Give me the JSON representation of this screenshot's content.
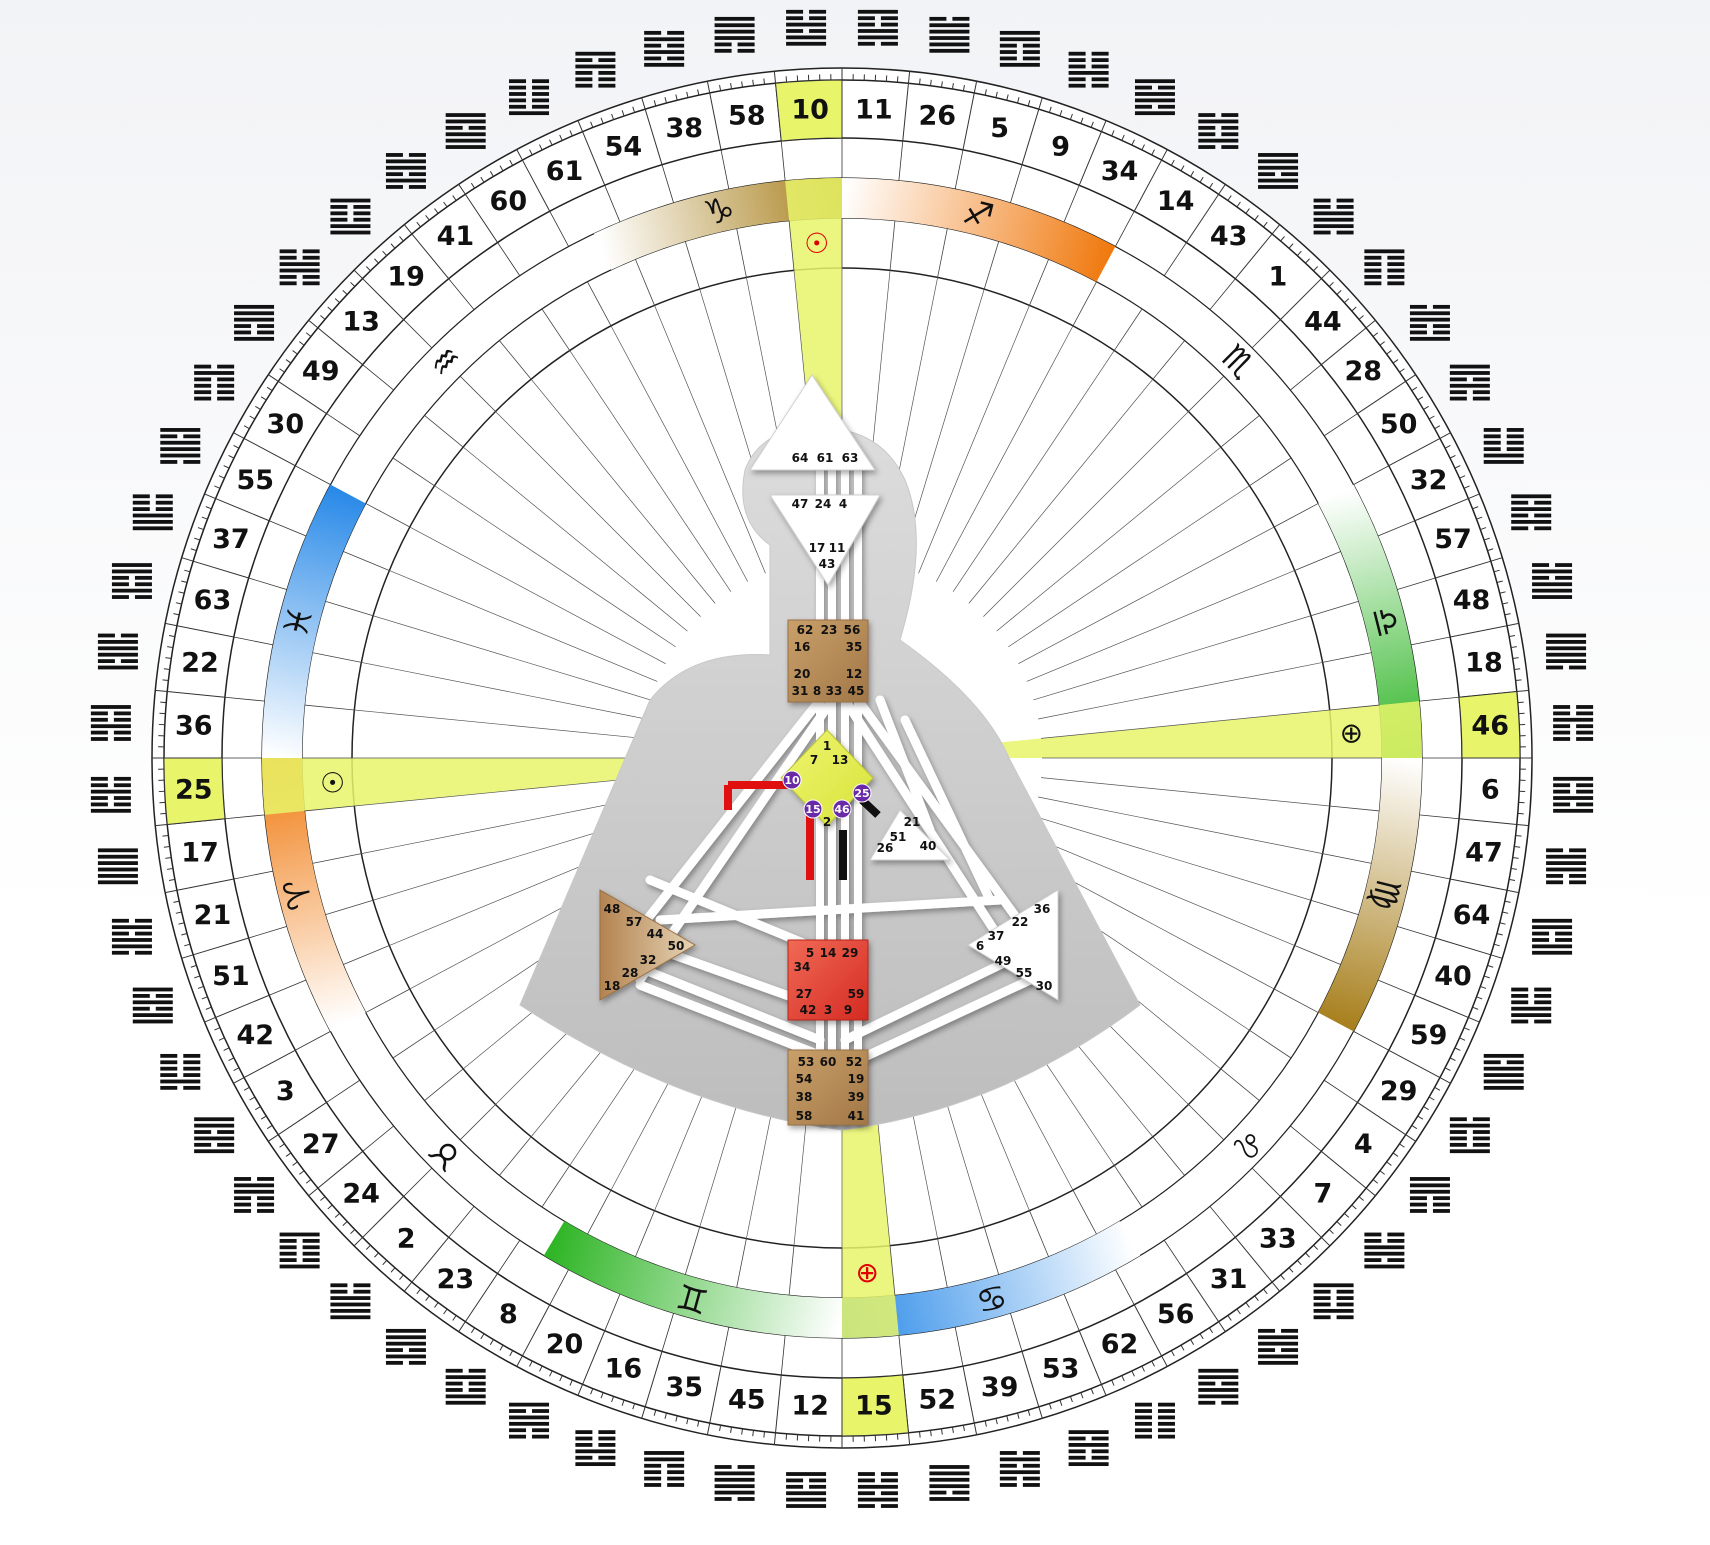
{
  "wheel": {
    "gates_ccw_from_top": [
      10,
      58,
      38,
      54,
      61,
      60,
      41,
      19,
      13,
      49,
      30,
      55,
      37,
      63,
      22,
      36,
      25,
      17,
      21,
      51,
      42,
      3,
      27,
      24,
      2,
      23,
      8,
      20,
      16,
      35,
      45,
      12,
      15,
      52,
      39,
      53,
      62,
      56,
      31,
      33,
      7,
      4,
      29,
      59,
      40,
      64,
      47,
      6,
      46,
      18,
      48,
      57,
      32,
      50,
      28,
      44,
      1,
      43,
      14,
      34,
      9,
      5,
      26,
      11
    ],
    "highlighted_gates": [
      10,
      46,
      15,
      25
    ],
    "signs": [
      {
        "glyph": "♑",
        "name": "capricorn-sign",
        "start": 0,
        "end": 4.5,
        "gradient": "brown"
      },
      {
        "glyph": "♒",
        "name": "aquarius-sign",
        "start": 5.5,
        "end": 10.5,
        "gradient": "none"
      },
      {
        "glyph": "♓",
        "name": "pisces-sign",
        "start": 11,
        "end": 16,
        "gradient": "blue"
      },
      {
        "glyph": "♈",
        "name": "aries-sign",
        "start": 16,
        "end": 21,
        "gradient": "orange"
      },
      {
        "glyph": "♉",
        "name": "taurus-sign",
        "start": 21.5,
        "end": 26.5,
        "gradient": "none"
      },
      {
        "glyph": "♊",
        "name": "gemini-sign",
        "start": 26.5,
        "end": 32,
        "gradient": "green"
      },
      {
        "glyph": "♋",
        "name": "cancer-sign",
        "start": 32,
        "end": 37.5,
        "gradient": "blue"
      },
      {
        "glyph": "♌",
        "name": "leo-sign",
        "start": 38,
        "end": 42.5,
        "gradient": "none"
      },
      {
        "glyph": "♍",
        "name": "virgo-sign",
        "start": 43,
        "end": 48,
        "gradient": "brown"
      },
      {
        "glyph": "♎",
        "name": "libra-sign",
        "start": 48,
        "end": 53,
        "gradient": "green"
      },
      {
        "glyph": "♏",
        "name": "scorpio-sign",
        "start": 53.5,
        "end": 58.5,
        "gradient": "none"
      },
      {
        "glyph": "♐",
        "name": "sagittarius-sign",
        "start": 59,
        "end": 64,
        "gradient": "orange"
      }
    ],
    "planets": [
      {
        "glyph": "☉",
        "name": "sun-top",
        "gate_index": 0,
        "color": "#e00000"
      },
      {
        "glyph": "⊕",
        "name": "earth-bottom",
        "gate_index": 32,
        "color": "#e00000"
      },
      {
        "glyph": "☉",
        "name": "sun-left",
        "gate_index": 16,
        "color": "#111111"
      },
      {
        "glyph": "⊕",
        "name": "earth-right",
        "gate_index": 48,
        "color": "#111111"
      }
    ]
  },
  "bodygraph": {
    "head": {
      "gates": [
        "64",
        "61",
        "63"
      ]
    },
    "ajna": {
      "gates": [
        "47",
        "24",
        "4",
        "17",
        "11",
        "43"
      ]
    },
    "throat": {
      "gates": [
        "62",
        "23",
        "56",
        "16",
        "35",
        "20",
        "12",
        "31",
        "8",
        "33",
        "45"
      ]
    },
    "g_center": {
      "gates": [
        "1",
        "7",
        "13",
        "2"
      ],
      "active": [
        "10",
        "15",
        "46",
        "25"
      ]
    },
    "heart": {
      "gates": [
        "21",
        "51",
        "26",
        "40"
      ]
    },
    "spleen": {
      "gates": [
        "48",
        "57",
        "44",
        "50",
        "32",
        "28",
        "18"
      ]
    },
    "sacral": {
      "gates": [
        "5",
        "14",
        "29",
        "34",
        "27",
        "59",
        "42",
        "3",
        "9"
      ]
    },
    "solar_plexus": {
      "gates": [
        "36",
        "22",
        "37",
        "6",
        "49",
        "55",
        "30"
      ]
    },
    "root": {
      "gates": [
        "53",
        "60",
        "52",
        "54",
        "19",
        "38",
        "39",
        "58",
        "41"
      ]
    }
  },
  "colors": {
    "highlight": "#e8f56a",
    "red_channel": "#e01010",
    "black_channel": "#111111",
    "throat_fill": "#b48a5a",
    "sacral_fill": "#e0392e",
    "g_fill": "#e3ee48",
    "gate_dot": "#6a2aa8"
  }
}
